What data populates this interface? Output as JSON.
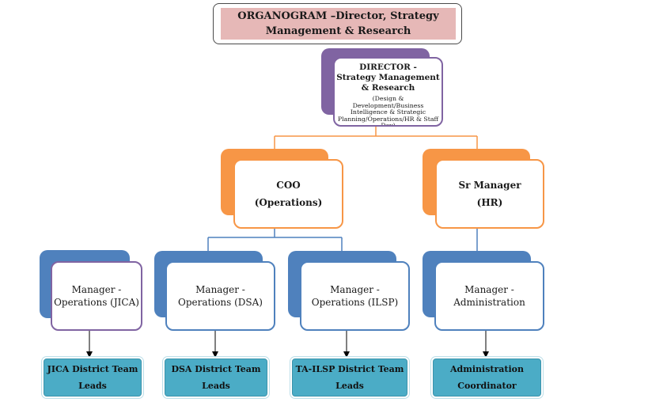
{
  "title": {
    "line1": "ORGANOGRAM –Director, Strategy",
    "line2": "Management & Research"
  },
  "director": {
    "line1": "DIRECTOR -",
    "line2": "Strategy Management",
    "line3": "& Research",
    "scope": "(Design & Development/Business Intelligence & Strategic Planning/Operations/HR & Staff Dev)"
  },
  "coo": {
    "line1": "COO",
    "line2": "(Operations)"
  },
  "hr": {
    "line1": "Sr Manager",
    "line2": "(HR)"
  },
  "managers": [
    {
      "line1": "Manager -",
      "line2": "Operations (JICA)"
    },
    {
      "line1": "Manager -",
      "line2": "Operations (DSA)"
    },
    {
      "line1": "Manager -",
      "line2": "Operations (ILSP)"
    },
    {
      "line1": "Manager -",
      "line2": "Administration"
    }
  ],
  "leads": [
    {
      "line1": "JICA District Team",
      "line2": "Leads"
    },
    {
      "line1": "DSA District Team",
      "line2": "Leads"
    },
    {
      "line1": "TA-ILSP District Team",
      "line2": "Leads"
    },
    {
      "line1": "Administration",
      "line2": "Coordinator"
    }
  ],
  "colors": {
    "title_fill": "#e6b8b7",
    "director_purple": "#8064a2",
    "orange": "#f79646",
    "blue": "#4f81bd",
    "teal": "#4bacc6"
  }
}
